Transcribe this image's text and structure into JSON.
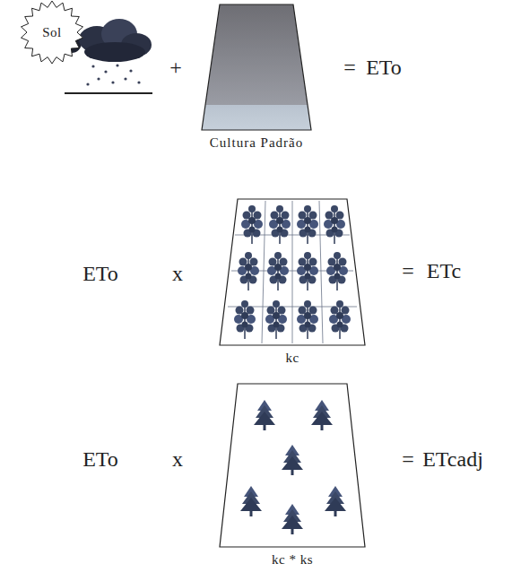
{
  "diagram": {
    "nodes": [
      {
        "text": [
          "Sol"
        ]
      },
      {
        "text": [
          "Cultura Padrão"
        ]
      },
      {
        "text": [
          "kc"
        ]
      },
      {
        "text": [
          "kc * ks"
        ]
      }
    ],
    "labels": [
      "+",
      "=",
      "ETo",
      "ETo",
      "x",
      "=",
      "ETc",
      "ETo",
      "x",
      "=",
      "ETcadj"
    ]
  }
}
